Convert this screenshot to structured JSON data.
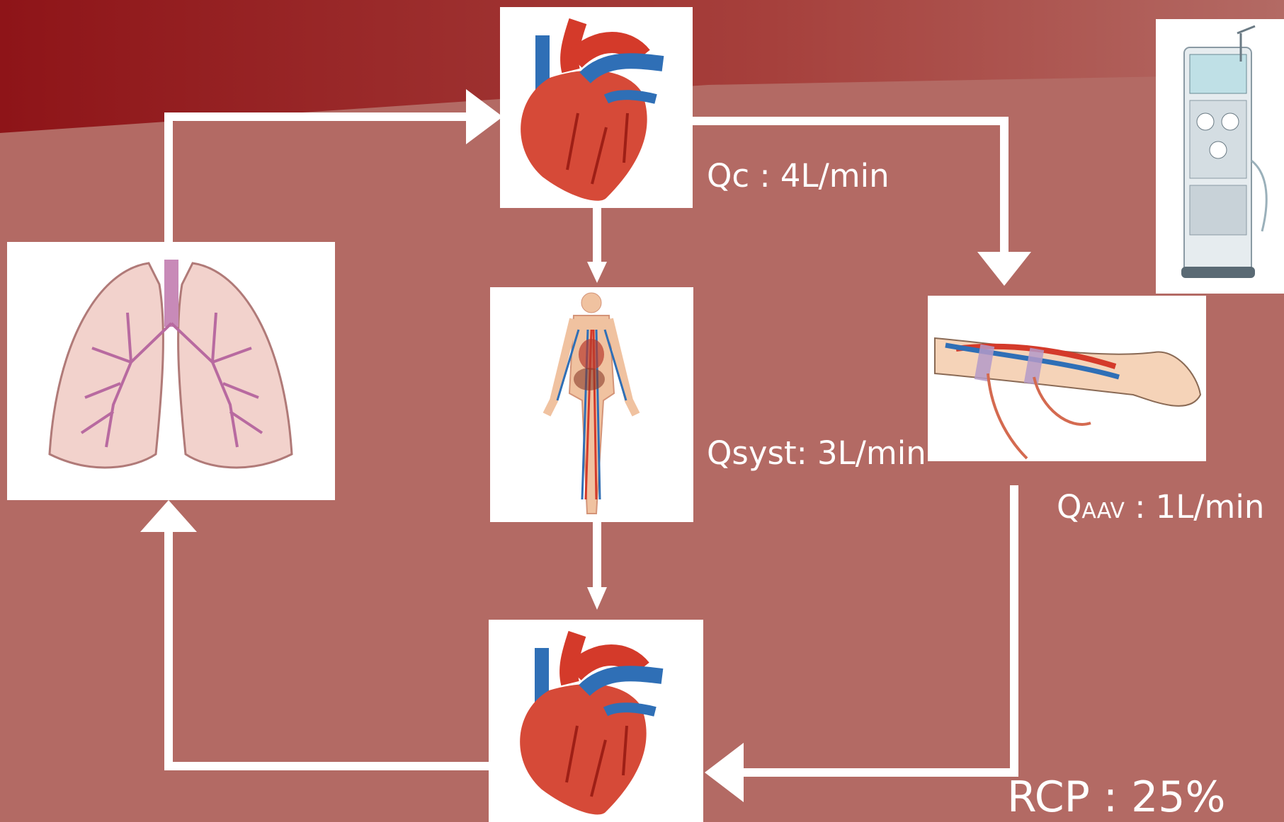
{
  "colors": {
    "background": "#b36a64",
    "banner_dark": "#8e1418",
    "flow_line": "#ffffff",
    "artery": "#d43a2a",
    "vein": "#2f6fb6"
  },
  "panels": {
    "lungs": {
      "icon": "lungs-icon"
    },
    "heart_top": {
      "icon": "heart-icon"
    },
    "body": {
      "icon": "human-body-circulation-icon"
    },
    "heart_bottom": {
      "icon": "heart-icon"
    },
    "arm": {
      "icon": "arm-fistula-icon"
    },
    "machine": {
      "icon": "dialysis-machine-icon"
    }
  },
  "labels": {
    "qc": "Qc : 4L/min",
    "qsyst": "Qsyst: 3L/min",
    "qaav_q": "Q",
    "qaav_sub": "AAV",
    "qaav_rest": " : 1L/min",
    "rcp": "RCP : 25%"
  }
}
